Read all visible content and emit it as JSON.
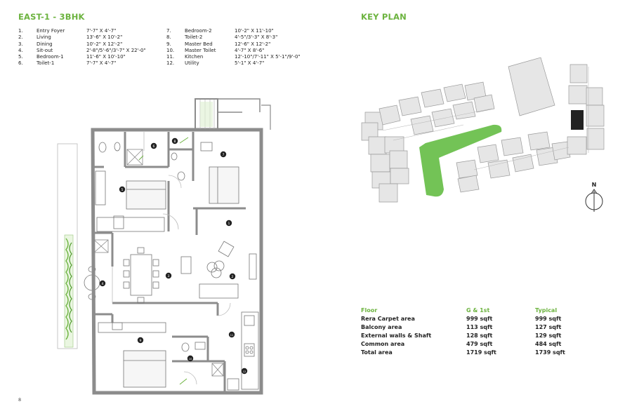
{
  "unit_title": "EAST-1 - 3BHK",
  "key_plan_title": "KEY PLAN",
  "rooms": [
    {
      "no": "1.",
      "name": "Entry Foyer",
      "size": "7'-7\" X 4'-7\""
    },
    {
      "no": "2.",
      "name": "Living",
      "size": "13'-6\" X 10'-2\""
    },
    {
      "no": "3.",
      "name": "Dining",
      "size": "10'-2\" X 12'-2\""
    },
    {
      "no": "4.",
      "name": "Sit-out",
      "size": "2'-8\"/5'-6\"/3'-7\" X 22'-0\""
    },
    {
      "no": "5.",
      "name": "Bedroom-1",
      "size": "11'-6\" X 10'-10\""
    },
    {
      "no": "6.",
      "name": "Toilet-1",
      "size": "7'-7\" X 4'-7\""
    },
    {
      "no": "7.",
      "name": "Bedroom-2",
      "size": "10'-2\" X 11'-10\""
    },
    {
      "no": "8.",
      "name": "Toilet-2",
      "size": "4'-5\"/3'-3\" X 8'-3\""
    },
    {
      "no": "9.",
      "name": "Master Bed",
      "size": "12'-6\" X 12'-2\""
    },
    {
      "no": "10.",
      "name": "Master Toilet",
      "size": "4'-7\" X 8'-6\""
    },
    {
      "no": "11.",
      "name": "Kitchen",
      "size": "12'-10\"/7'-11\" X 5'-1\"/9'-0\""
    },
    {
      "no": "12.",
      "name": "Utility",
      "size": "5'-1\" X 4'-7\""
    }
  ],
  "plan_labels": [
    "1",
    "2",
    "3",
    "4",
    "5",
    "6",
    "7",
    "8",
    "9",
    "10",
    "11",
    "12"
  ],
  "north_label": "N",
  "area_table": {
    "headers": [
      "Floor",
      "G & 1st",
      "Typical"
    ],
    "rows": [
      [
        "Rera Carpet area",
        "999 sqft",
        "999 sqft"
      ],
      [
        "Balcony area",
        "113 sqft",
        "127 sqft"
      ],
      [
        "External walls & Shaft",
        "128 sqft",
        "129 sqft"
      ],
      [
        "Common area",
        "479 sqft",
        "484 sqft"
      ],
      [
        "Total area",
        "1719 sqft",
        "1739 sqft"
      ]
    ]
  },
  "page_number": "8",
  "colors": {
    "accent": "#6cb33f",
    "wall": "#8c8c8c",
    "block": "#e6e6e6",
    "highlight": "#222222"
  }
}
